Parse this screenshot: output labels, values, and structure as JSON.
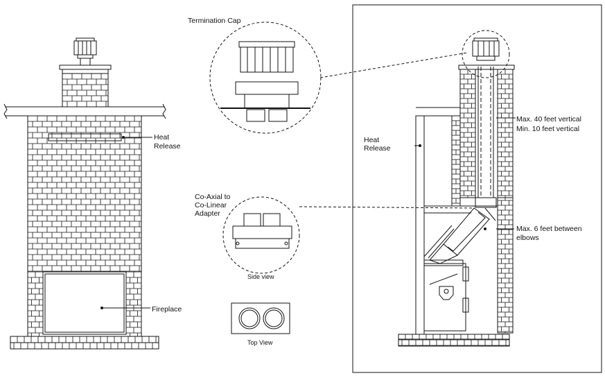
{
  "labels": {
    "termination_cap": "Termination Cap",
    "heat_release_left_1": "Heat",
    "heat_release_left_2": "Release",
    "heat_release_right_1": "Heat",
    "heat_release_right_2": "Release",
    "fireplace": "Fireplace",
    "adapter_1": "Co-Axial to",
    "adapter_2": "Co-Linear",
    "adapter_3": "Adapter",
    "side_view": "Side view",
    "top_view": "Top View",
    "max_vertical": "Max. 40 feet vertical",
    "min_vertical": "Min. 10 feet vertical",
    "max_between_1": "Max. 6 feet between",
    "max_between_2": "elbows"
  },
  "colors": {
    "line": "#111111",
    "background": "#ffffff"
  }
}
